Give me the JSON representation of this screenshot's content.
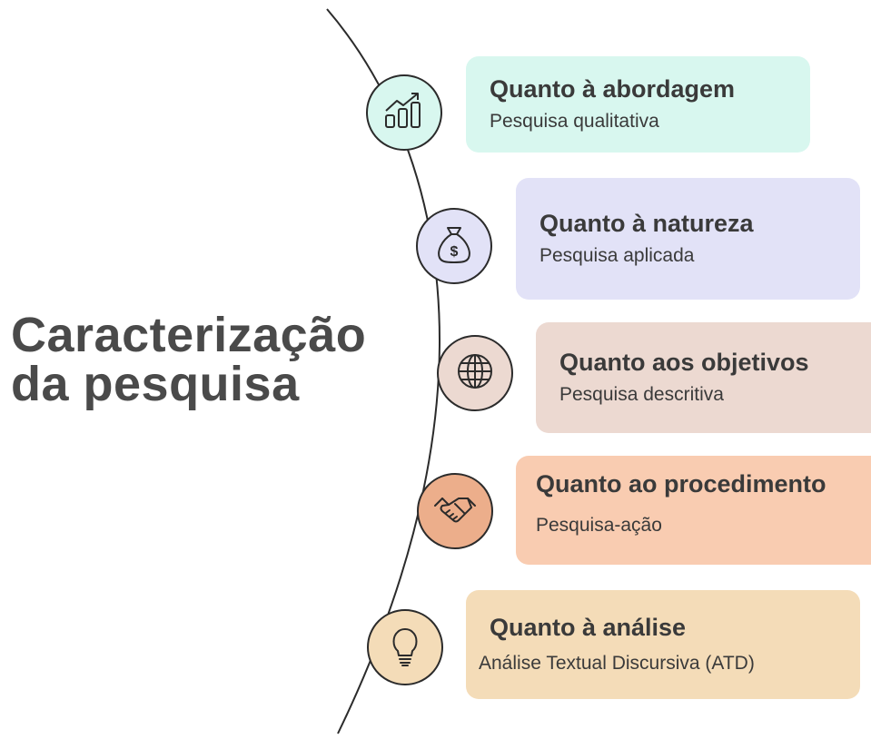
{
  "title": {
    "line1": "Caracterização",
    "line2": "da pesquisa"
  },
  "items": [
    {
      "heading": "Quanto à abordagem",
      "sub": "Pesquisa qualitativa",
      "icon": "bar-chart-growth-icon",
      "card_color": "#d8f7ef",
      "node_color": "#d8f7ef"
    },
    {
      "heading": "Quanto à natureza",
      "sub": "Pesquisa aplicada",
      "icon": "money-bag-icon",
      "card_color": "#e2e2f7",
      "node_color": "#e2e2f7"
    },
    {
      "heading": "Quanto aos objetivos",
      "sub": "Pesquisa descritiva",
      "icon": "globe-icon",
      "card_color": "#ecd9d1",
      "node_color": "#ecd9d1"
    },
    {
      "heading": "Quanto ao procedimento",
      "sub": "Pesquisa-ação",
      "icon": "handshake-icon",
      "card_color": "#f9ccb1",
      "node_color": "#ecae8b"
    },
    {
      "heading": "Quanto à análise",
      "sub": "Análise Textual Discursiva (ATD)",
      "icon": "lightbulb-icon",
      "card_color": "#f4dcb8",
      "node_color": "#f4dcb8"
    }
  ]
}
